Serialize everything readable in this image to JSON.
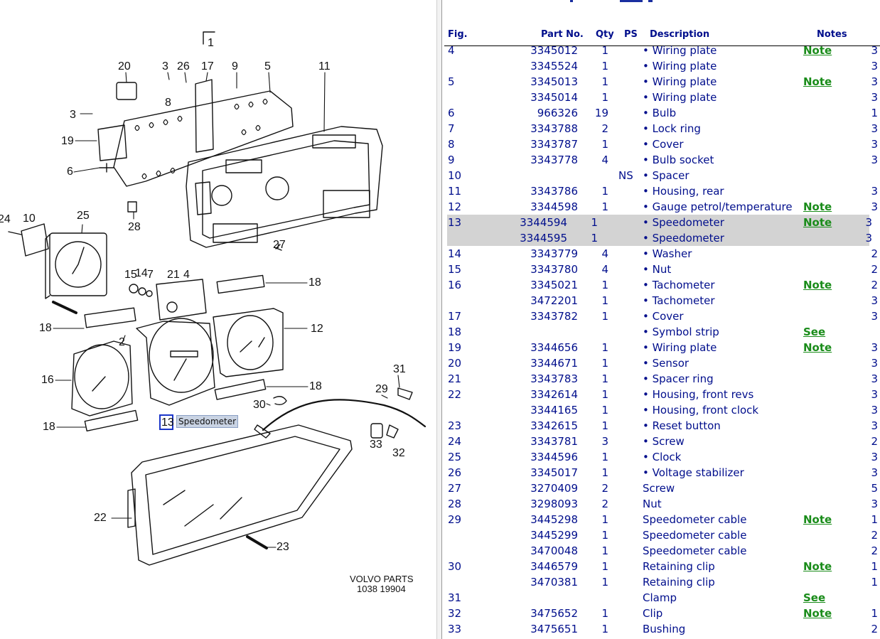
{
  "diagram": {
    "callouts": [
      {
        "id": "1",
        "text": "1"
      },
      {
        "id": "20",
        "text": "20"
      },
      {
        "id": "3a",
        "text": "3"
      },
      {
        "id": "26",
        "text": "26"
      },
      {
        "id": "17",
        "text": "17"
      },
      {
        "id": "9",
        "text": "9"
      },
      {
        "id": "5",
        "text": "5"
      },
      {
        "id": "11",
        "text": "11"
      },
      {
        "id": "8",
        "text": "8"
      },
      {
        "id": "3b",
        "text": "3"
      },
      {
        "id": "19",
        "text": "19"
      },
      {
        "id": "6",
        "text": "6"
      },
      {
        "id": "24",
        "text": "24"
      },
      {
        "id": "10",
        "text": "10"
      },
      {
        "id": "25",
        "text": "25"
      },
      {
        "id": "28",
        "text": "28"
      },
      {
        "id": "27",
        "text": "27"
      },
      {
        "id": "15",
        "text": "15"
      },
      {
        "id": "14",
        "text": "14"
      },
      {
        "id": "7",
        "text": "7"
      },
      {
        "id": "21",
        "text": "21"
      },
      {
        "id": "4",
        "text": "4"
      },
      {
        "id": "18a",
        "text": "18"
      },
      {
        "id": "18b",
        "text": "18"
      },
      {
        "id": "12",
        "text": "12"
      },
      {
        "id": "2",
        "text": "2"
      },
      {
        "id": "16",
        "text": "16"
      },
      {
        "id": "31",
        "text": "31"
      },
      {
        "id": "18c",
        "text": "18"
      },
      {
        "id": "29",
        "text": "29"
      },
      {
        "id": "30",
        "text": "30"
      },
      {
        "id": "18d",
        "text": "18"
      },
      {
        "id": "33",
        "text": "33"
      },
      {
        "id": "32",
        "text": "32"
      },
      {
        "id": "22",
        "text": "22"
      },
      {
        "id": "23",
        "text": "23"
      }
    ],
    "selected_label": "13",
    "tooltip": "Speedometer",
    "footer_line1": "VOLVO PARTS",
    "footer_line2": "1038  19904"
  },
  "table": {
    "headers": {
      "fig": "Fig.",
      "part": "Part No.",
      "qty": "Qty",
      "ps": "PS",
      "desc": "Description",
      "notes": "Notes"
    },
    "rows": [
      {
        "fig": "4",
        "part": "3345012",
        "qty": "1",
        "ps": "",
        "desc": "• Wiring plate",
        "note": "Note",
        "last": "3"
      },
      {
        "fig": "",
        "part": "3345524",
        "qty": "1",
        "ps": "",
        "desc": "• Wiring plate",
        "note": "",
        "last": "3"
      },
      {
        "fig": "5",
        "part": "3345013",
        "qty": "1",
        "ps": "",
        "desc": "• Wiring plate",
        "note": "Note",
        "last": "3"
      },
      {
        "fig": "",
        "part": "3345014",
        "qty": "1",
        "ps": "",
        "desc": "• Wiring plate",
        "note": "",
        "last": "3"
      },
      {
        "fig": "6",
        "part": "966326",
        "qty": "19",
        "ps": "",
        "desc": "• Bulb",
        "note": "",
        "last": "1"
      },
      {
        "fig": "7",
        "part": "3343788",
        "qty": "2",
        "ps": "",
        "desc": "• Lock ring",
        "note": "",
        "last": "3"
      },
      {
        "fig": "8",
        "part": "3343787",
        "qty": "1",
        "ps": "",
        "desc": "• Cover",
        "note": "",
        "last": "3"
      },
      {
        "fig": "9",
        "part": "3343778",
        "qty": "4",
        "ps": "",
        "desc": "• Bulb socket",
        "note": "",
        "last": "3"
      },
      {
        "fig": "10",
        "part": "",
        "qty": "",
        "ps": "NS",
        "desc": "• Spacer",
        "note": "",
        "last": ""
      },
      {
        "fig": "11",
        "part": "3343786",
        "qty": "1",
        "ps": "",
        "desc": "• Housing, rear",
        "note": "",
        "last": "3"
      },
      {
        "fig": "12",
        "part": "3344598",
        "qty": "1",
        "ps": "",
        "desc": "• Gauge petrol/temperature",
        "note": "Note",
        "last": "3"
      },
      {
        "fig": "13",
        "part": "3344594",
        "qty": "1",
        "ps": "",
        "desc": "• Speedometer",
        "note": "Note",
        "last": "3",
        "selected": true
      },
      {
        "fig": "",
        "part": "3344595",
        "qty": "1",
        "ps": "",
        "desc": "• Speedometer",
        "note": "",
        "last": "3",
        "selected": true
      },
      {
        "fig": "14",
        "part": "3343779",
        "qty": "4",
        "ps": "",
        "desc": "• Washer",
        "note": "",
        "last": "2"
      },
      {
        "fig": "15",
        "part": "3343780",
        "qty": "4",
        "ps": "",
        "desc": "• Nut",
        "note": "",
        "last": "2"
      },
      {
        "fig": "16",
        "part": "3345021",
        "qty": "1",
        "ps": "",
        "desc": "• Tachometer",
        "note": "Note",
        "last": "2"
      },
      {
        "fig": "",
        "part": "3472201",
        "qty": "1",
        "ps": "",
        "desc": "• Tachometer",
        "note": "",
        "last": "3"
      },
      {
        "fig": "17",
        "part": "3343782",
        "qty": "1",
        "ps": "",
        "desc": "• Cover",
        "note": "",
        "last": "3"
      },
      {
        "fig": "18",
        "part": "",
        "qty": "",
        "ps": "",
        "desc": "• Symbol strip",
        "note": "See",
        "last": ""
      },
      {
        "fig": "19",
        "part": "3344656",
        "qty": "1",
        "ps": "",
        "desc": "• Wiring plate",
        "note": "Note",
        "last": "3"
      },
      {
        "fig": "20",
        "part": "3344671",
        "qty": "1",
        "ps": "",
        "desc": "• Sensor",
        "note": "",
        "last": "3"
      },
      {
        "fig": "21",
        "part": "3343783",
        "qty": "1",
        "ps": "",
        "desc": "• Spacer ring",
        "note": "",
        "last": "3"
      },
      {
        "fig": "22",
        "part": "3342614",
        "qty": "1",
        "ps": "",
        "desc": "• Housing, front revs",
        "note": "",
        "last": "3"
      },
      {
        "fig": "",
        "part": "3344165",
        "qty": "1",
        "ps": "",
        "desc": "• Housing, front clock",
        "note": "",
        "last": "3"
      },
      {
        "fig": "23",
        "part": "3342615",
        "qty": "1",
        "ps": "",
        "desc": "• Reset button",
        "note": "",
        "last": "3"
      },
      {
        "fig": "24",
        "part": "3343781",
        "qty": "3",
        "ps": "",
        "desc": "• Screw",
        "note": "",
        "last": "2"
      },
      {
        "fig": "25",
        "part": "3344596",
        "qty": "1",
        "ps": "",
        "desc": "• Clock",
        "note": "",
        "last": "3"
      },
      {
        "fig": "26",
        "part": "3345017",
        "qty": "1",
        "ps": "",
        "desc": "• Voltage stabilizer",
        "note": "",
        "last": "3"
      },
      {
        "fig": "27",
        "part": "3270409",
        "qty": "2",
        "ps": "",
        "desc": "Screw",
        "note": "",
        "last": "5"
      },
      {
        "fig": "28",
        "part": "3298093",
        "qty": "2",
        "ps": "",
        "desc": "Nut",
        "note": "",
        "last": "3"
      },
      {
        "fig": "29",
        "part": "3445298",
        "qty": "1",
        "ps": "",
        "desc": "Speedometer cable",
        "note": "Note",
        "last": "1"
      },
      {
        "fig": "",
        "part": "3445299",
        "qty": "1",
        "ps": "",
        "desc": "Speedometer cable",
        "note": "",
        "last": "2"
      },
      {
        "fig": "",
        "part": "3470048",
        "qty": "1",
        "ps": "",
        "desc": "Speedometer cable",
        "note": "",
        "last": "2"
      },
      {
        "fig": "30",
        "part": "3446579",
        "qty": "1",
        "ps": "",
        "desc": "Retaining clip",
        "note": "Note",
        "last": "1"
      },
      {
        "fig": "",
        "part": "3470381",
        "qty": "1",
        "ps": "",
        "desc": "Retaining clip",
        "note": "",
        "last": "1"
      },
      {
        "fig": "31",
        "part": "",
        "qty": "",
        "ps": "",
        "desc": "Clamp",
        "note": "See",
        "last": ""
      },
      {
        "fig": "32",
        "part": "3475652",
        "qty": "1",
        "ps": "",
        "desc": "Clip",
        "note": "Note",
        "last": "1"
      },
      {
        "fig": "33",
        "part": "3475651",
        "qty": "1",
        "ps": "",
        "desc": "Bushing",
        "note": "",
        "last": "2"
      }
    ]
  },
  "colors": {
    "header": "#000e8c",
    "note_link": "#1a8c1a",
    "selected_row": "#d3d3d3",
    "selection_box": "#1a35c9"
  }
}
